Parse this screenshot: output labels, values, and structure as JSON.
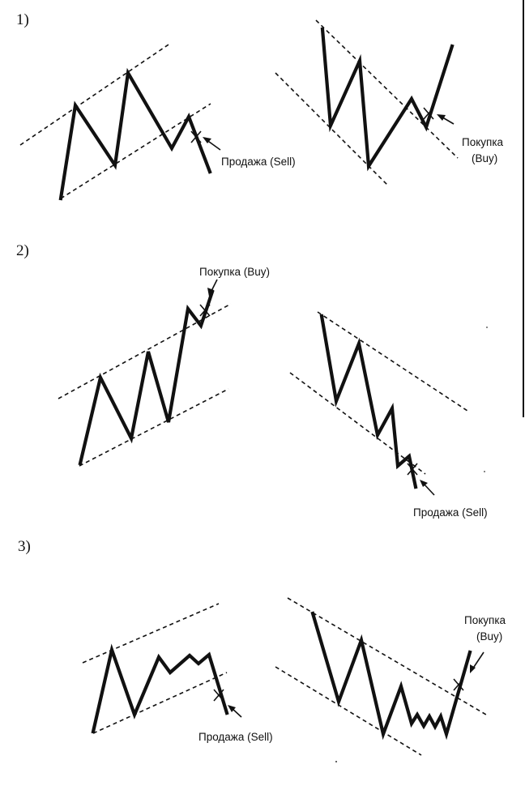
{
  "sections": [
    {
      "label": "1)",
      "panels": [
        {
          "annotation_lines": [
            "Продажа (Sell)"
          ]
        },
        {
          "annotation_lines": [
            "Покупка",
            "(Buy)"
          ]
        }
      ]
    },
    {
      "label": "2)",
      "panels": [
        {
          "annotation_lines": [
            "Покупка (Buy)"
          ]
        },
        {
          "annotation_lines": [
            "Продажа (Sell)"
          ]
        }
      ]
    },
    {
      "label": "3)",
      "panels": [
        {
          "annotation_lines": [
            "Продажа (Sell)"
          ]
        },
        {
          "annotation_lines": [
            "Покупка",
            "(Buy)"
          ]
        }
      ]
    }
  ]
}
